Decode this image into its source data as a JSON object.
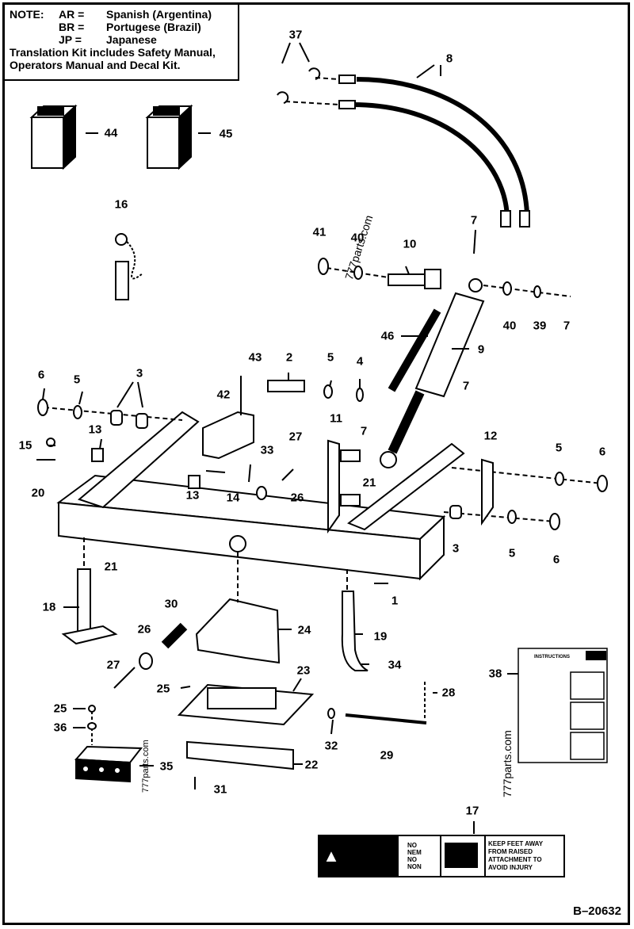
{
  "note": {
    "heading": "NOTE:",
    "rows": [
      {
        "code": "AR =",
        "text": "Spanish (Argentina)"
      },
      {
        "code": "BR =",
        "text": "Portugese (Brazil)"
      },
      {
        "code": "JP =",
        "text": "Japanese"
      }
    ],
    "footer": "Translation Kit includes Safety Manual, Operators Manual and Decal Kit."
  },
  "part_numbers": [
    "1",
    "2",
    "3",
    "4",
    "5",
    "6",
    "7",
    "8",
    "9",
    "10",
    "11",
    "12",
    "13",
    "14",
    "15",
    "16",
    "17",
    "18",
    "19",
    "20",
    "21",
    "22",
    "23",
    "24",
    "25",
    "26",
    "27",
    "28",
    "29",
    "30",
    "31",
    "32",
    "33",
    "34",
    "35",
    "36",
    "37",
    "38",
    "39",
    "40",
    "41",
    "42",
    "43",
    "44",
    "45",
    "46"
  ],
  "decal": {
    "no_lines": [
      "NO",
      "NEM",
      "NO",
      "NON"
    ],
    "warning": "KEEP FEET AWAY FROM RAISED ATTACHMENT TO AVOID INJURY"
  },
  "manual_title": "INSTRUCTIONS",
  "watermark": "777parts.com",
  "figure_number": "B–20632"
}
